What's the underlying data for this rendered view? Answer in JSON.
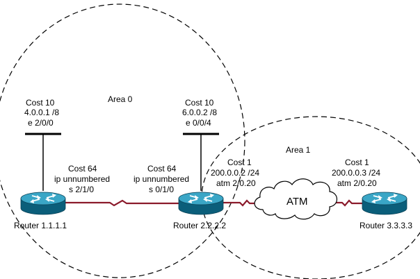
{
  "colors": {
    "background": "#ffffff",
    "link": "#8b1a2b",
    "lan_bar": "#000000",
    "area_border": "#000000",
    "router_top": "#3aa6c6",
    "router_side": "#0b5e7a",
    "router_arrow": "#ffffff",
    "cloud_fill": "#ffffff",
    "cloud_stroke": "#000000"
  },
  "areas": [
    {
      "label": "Area 0"
    },
    {
      "label": "Area 1"
    }
  ],
  "routers": [
    {
      "label": "Router 1.1.1.1",
      "icon": "router-icon"
    },
    {
      "label": "Router 2.2.2.2",
      "icon": "router-icon"
    },
    {
      "label": "Router 3.3.3.3",
      "icon": "router-icon"
    }
  ],
  "lan_labels": [
    {
      "lines": [
        "Cost 10",
        "4.0.0.1 /8",
        "e 2/0/0"
      ]
    },
    {
      "lines": [
        "Cost 10",
        "6.0.0.2 /8",
        "e 0/0/4"
      ]
    }
  ],
  "link_labels": [
    {
      "lines": [
        "Cost 64",
        "ip unnumbered",
        "s 2/1/0"
      ]
    },
    {
      "lines": [
        "Cost 64",
        "ip unnumbered",
        "s 0/1/0"
      ]
    },
    {
      "lines": [
        "Cost 1",
        "200.0.0.2 /24",
        "atm 2/0.20"
      ]
    },
    {
      "lines": [
        "Cost 1",
        "200.0.0.3 /24",
        "atm 2/0.20"
      ]
    }
  ],
  "cloud": {
    "label": "ATM",
    "icon": "cloud-icon"
  }
}
